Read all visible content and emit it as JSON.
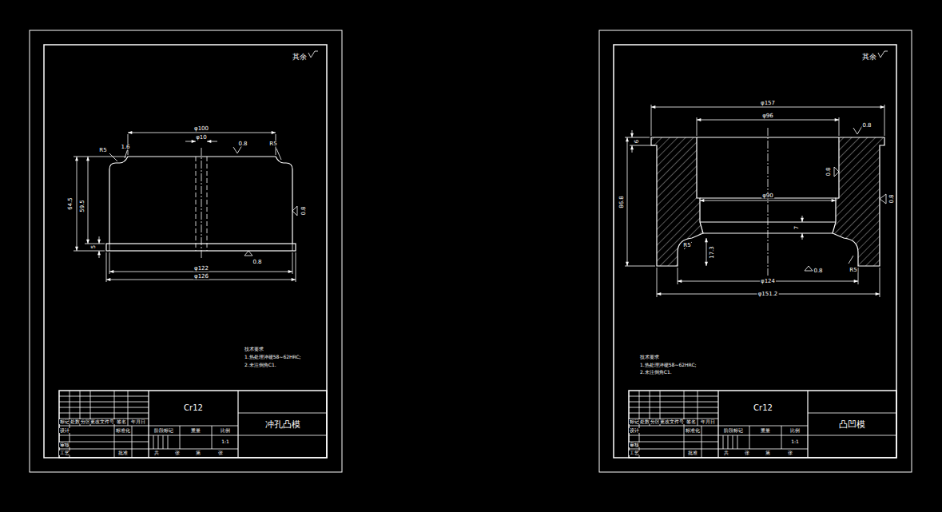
{
  "diagram": {
    "nodes": [
      {
        "text": [
          "Cr12"
        ]
      },
      {
        "text": [
          "冲孔凸模"
        ]
      },
      {
        "text": [
          "Cr12"
        ]
      },
      {
        "text": [
          "凸凹模"
        ]
      }
    ],
    "labels": [
      "其余",
      "φ100",
      "φ10",
      "0.8",
      "R5",
      "1.6",
      "R5",
      "64.5",
      "59.5",
      "5",
      "0.8",
      "φ122",
      "0.8",
      "φ126",
      "技术要求",
      "1.热处理淬硬58~62HRC;",
      "2.未注倒角C1.",
      "标记",
      "处数",
      "分区",
      "更改文件号",
      "签名",
      "年月日",
      "设计",
      "标准化",
      "阶段标记",
      "重量",
      "比例",
      "1:1",
      "审核",
      "工艺",
      "批准",
      "共",
      "张",
      "第",
      "张",
      "其余",
      "φ157",
      "φ96",
      "0.8",
      "6",
      "0.8",
      "86.8",
      "0.8",
      "φ90",
      "7",
      "17.3",
      "R5",
      "R5",
      "φ124",
      "0.8",
      "φ151.2",
      "技术要求",
      "1.热处理淬硬58~62HRC;",
      "2.未注倒角C1.",
      "标记",
      "处数",
      "分区",
      "更改文件号",
      "签名",
      "年月日",
      "设计",
      "标准化",
      "阶段标记",
      "重量",
      "比例",
      "1:1",
      "审核",
      "工艺",
      "批准",
      "共",
      "张",
      "第",
      "张"
    ]
  }
}
